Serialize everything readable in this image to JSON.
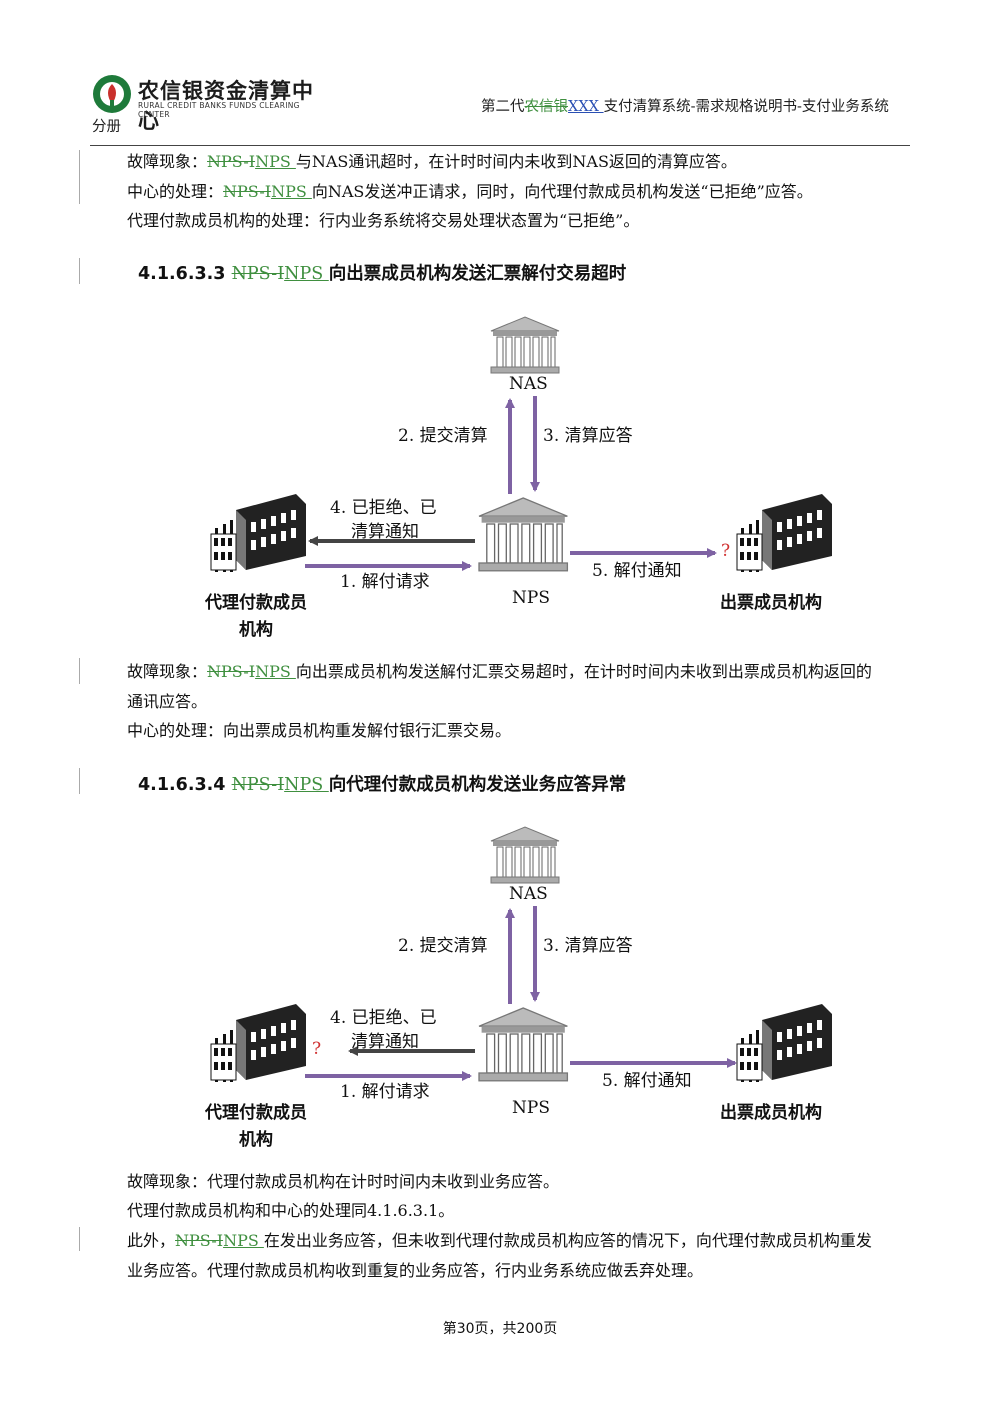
{
  "header": {
    "logo_cn": "农信银资金清算中心",
    "logo_en": "RURAL CREDIT BANKS FUNDS CLEARING CENTER",
    "title_prefix": "第二代",
    "title_deleted": "农信银",
    "title_inserted": "XXX ",
    "title_suffix": "支付清算系统-需求规格说明书-支付业务系统",
    "subtitle": "分册"
  },
  "top_paragraphs": {
    "p1": {
      "prefix": "故障现象：",
      "deleted": "NPS-I",
      "inserted": "NPS ",
      "rest": "与NAS通讯超时，在计时时间内未收到NAS返回的清算应答。"
    },
    "p2": {
      "prefix": "中心的处理：",
      "deleted": "NPS-I",
      "inserted": "NPS ",
      "rest": "向NAS发送冲正请求，同时，向代理付款成员机构发送“已拒绝”应答。"
    },
    "p3": {
      "text": "代理付款成员机构的处理：行内业务系统将交易处理状态置为“已拒绝”。"
    }
  },
  "section1": {
    "number": "4.1.6.3.3 ",
    "deleted": "NPS-I",
    "inserted": "NPS ",
    "title": "向出票成员机构发送汇票解付交易超时",
    "diagram": {
      "nas_label": "NAS",
      "nps_label": "NPS",
      "left_label_l1": "代理付款成员",
      "left_label_l2": "机构",
      "right_label": "出票成员机构",
      "arrow2": "2. 提交清算",
      "arrow3": "3. 清算应答",
      "arrow4_l1": "4. 已拒绝、已",
      "arrow4_l2": "清算通知",
      "arrow1": "1. 解付请求",
      "arrow5": "5. 解付通知",
      "question": "?"
    },
    "para1": {
      "prefix": "故障现象：",
      "deleted": "NPS-I",
      "inserted": "NPS ",
      "rest": "向出票成员机构发送解付汇票交易超时，在计时时间内未收到出票成员机构返回的"
    },
    "para1_l2": "通讯应答。",
    "para2": "中心的处理：向出票成员机构重发解付银行汇票交易。"
  },
  "section2": {
    "number": "4.1.6.3.4 ",
    "deleted": "NPS-I",
    "inserted": "NPS ",
    "title": "向代理付款成员机构发送业务应答异常",
    "diagram": {
      "nas_label": "NAS",
      "nps_label": "NPS",
      "left_label_l1": "代理付款成员",
      "left_label_l2": "机构",
      "right_label": "出票成员机构",
      "arrow2": "2. 提交清算",
      "arrow3": "3. 清算应答",
      "arrow4_l1": "4. 已拒绝、已",
      "arrow4_l2": "清算通知",
      "arrow1": "1. 解付请求",
      "arrow5": "5. 解付通知",
      "question": "?"
    },
    "para1": "故障现象：代理付款成员机构在计时时间内未收到业务应答。",
    "para2": "代理付款成员机构和中心的处理同4.1.6.3.1。",
    "para3": {
      "prefix": "此外，",
      "deleted": "NPS-I",
      "inserted": "NPS ",
      "rest": "在发出业务应答，但未收到代理付款成员机构应答的情况下，向代理付款成员机构重发"
    },
    "para3_l2": "业务应答。代理付款成员机构收到重复的业务应答，行内业务系统应做丢弃处理。"
  },
  "footer": {
    "text": "第30页，共200页"
  },
  "colors": {
    "arrow_purple": "#7e62a3",
    "arrow_dark": "#444444",
    "question_red": "#d03030",
    "track_green": "#3f8f3f"
  }
}
